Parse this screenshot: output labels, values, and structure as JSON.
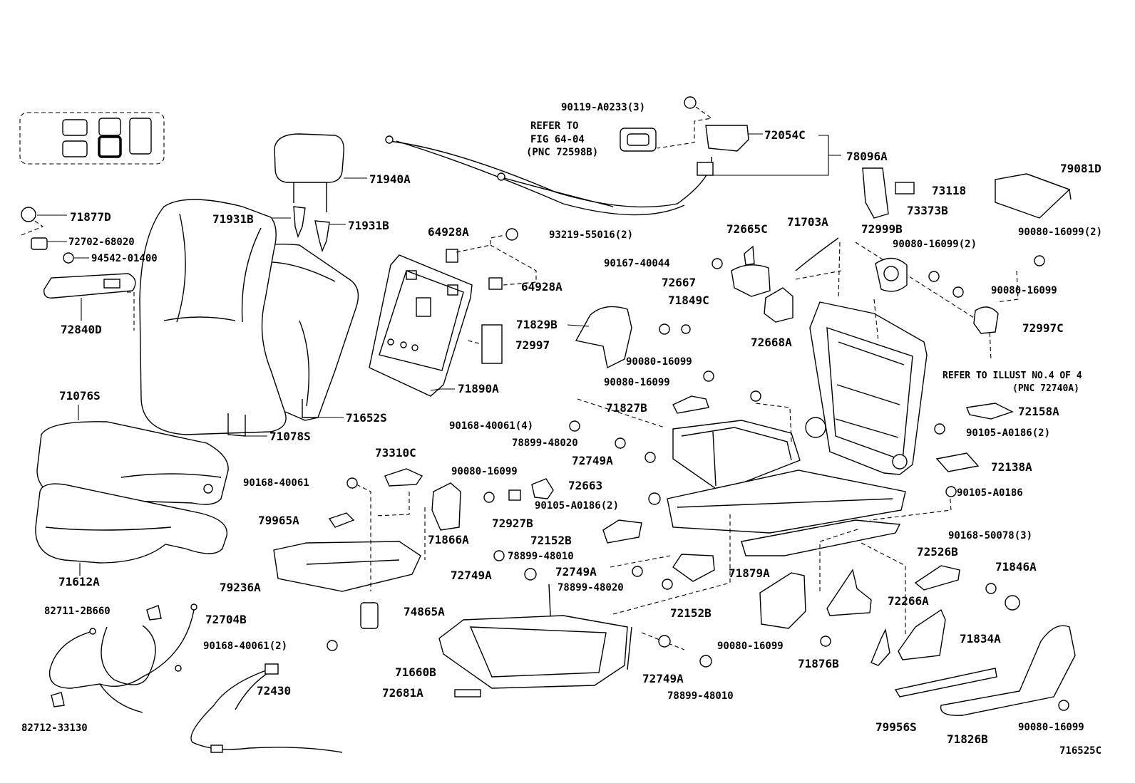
{
  "callouts": [
    {
      "id": "c01",
      "text": "90119-A0233(3)"
    },
    {
      "id": "c02",
      "text": "72054C"
    },
    {
      "id": "c03",
      "text": "78096A"
    },
    {
      "id": "c04",
      "text": "71940A"
    },
    {
      "id": "c05",
      "text": "71877D"
    },
    {
      "id": "c06",
      "text": "72702-68020"
    },
    {
      "id": "c07",
      "text": "94542-01400"
    },
    {
      "id": "c08",
      "text": "71931B"
    },
    {
      "id": "c09",
      "text": "71931B"
    },
    {
      "id": "c10",
      "text": "64928A"
    },
    {
      "id": "c11",
      "text": "93219-55016(2)"
    },
    {
      "id": "c12",
      "text": "64928A"
    },
    {
      "id": "c13",
      "text": "73118"
    },
    {
      "id": "c14",
      "text": "73373B"
    },
    {
      "id": "c15",
      "text": "79081D"
    },
    {
      "id": "c16",
      "text": "72665C"
    },
    {
      "id": "c17",
      "text": "71703A"
    },
    {
      "id": "c18",
      "text": "72999B"
    },
    {
      "id": "c19",
      "text": "90080-16099(2)"
    },
    {
      "id": "c20",
      "text": "90080-16099(2)"
    },
    {
      "id": "c21",
      "text": "90167-40044"
    },
    {
      "id": "c22",
      "text": "72667"
    },
    {
      "id": "c23",
      "text": "90080-16099"
    },
    {
      "id": "c24",
      "text": "72840D"
    },
    {
      "id": "c25",
      "text": "71849C"
    },
    {
      "id": "c26",
      "text": "71829B"
    },
    {
      "id": "c27",
      "text": "72997"
    },
    {
      "id": "c28",
      "text": "72668A"
    },
    {
      "id": "c29",
      "text": "72997C"
    },
    {
      "id": "c30",
      "text": "90080-16099"
    },
    {
      "id": "c31",
      "text": "71890A"
    },
    {
      "id": "c32",
      "text": "90080-16099"
    },
    {
      "id": "c33",
      "text": "71076S"
    },
    {
      "id": "c34",
      "text": "71827B"
    },
    {
      "id": "c35",
      "text": "72158A"
    },
    {
      "id": "c36",
      "text": "71652S"
    },
    {
      "id": "c37",
      "text": "90168-40061(4)"
    },
    {
      "id": "c38",
      "text": "90105-A0186(2)"
    },
    {
      "id": "c39",
      "text": "71078S"
    },
    {
      "id": "c40",
      "text": "78899-48020"
    },
    {
      "id": "c41",
      "text": "73310C"
    },
    {
      "id": "c42",
      "text": "72749A"
    },
    {
      "id": "c43",
      "text": "72138A"
    },
    {
      "id": "c44",
      "text": "90080-16099"
    },
    {
      "id": "c45",
      "text": "90168-40061"
    },
    {
      "id": "c46",
      "text": "72663"
    },
    {
      "id": "c47",
      "text": "90105-A0186"
    },
    {
      "id": "c48",
      "text": "90105-A0186(2)"
    },
    {
      "id": "c49",
      "text": "79965A"
    },
    {
      "id": "c50",
      "text": "72927B"
    },
    {
      "id": "c51",
      "text": "71866A"
    },
    {
      "id": "c52",
      "text": "72152B"
    },
    {
      "id": "c53",
      "text": "90168-50078(3)"
    },
    {
      "id": "c54",
      "text": "72526B"
    },
    {
      "id": "c55",
      "text": "78899-48010"
    },
    {
      "id": "c56",
      "text": "71846A"
    },
    {
      "id": "c57",
      "text": "71612A"
    },
    {
      "id": "c58",
      "text": "72749A"
    },
    {
      "id": "c59",
      "text": "72749A"
    },
    {
      "id": "c60",
      "text": "79236A"
    },
    {
      "id": "c61",
      "text": "78899-48020"
    },
    {
      "id": "c62",
      "text": "71879A"
    },
    {
      "id": "c63",
      "text": "72266A"
    },
    {
      "id": "c64",
      "text": "72152B"
    },
    {
      "id": "c65",
      "text": "82711-2B660"
    },
    {
      "id": "c66",
      "text": "72704B"
    },
    {
      "id": "c67",
      "text": "74865A"
    },
    {
      "id": "c68",
      "text": "71834A"
    },
    {
      "id": "c69",
      "text": "90168-40061(2)"
    },
    {
      "id": "c70",
      "text": "90080-16099"
    },
    {
      "id": "c71",
      "text": "71876B"
    },
    {
      "id": "c72",
      "text": "71660B"
    },
    {
      "id": "c73",
      "text": "72430"
    },
    {
      "id": "c74",
      "text": "72749A"
    },
    {
      "id": "c75",
      "text": "72681A"
    },
    {
      "id": "c76",
      "text": "78899-48010"
    },
    {
      "id": "c77",
      "text": "82712-33130"
    },
    {
      "id": "c78",
      "text": "79956S"
    },
    {
      "id": "c79",
      "text": "90080-16099"
    },
    {
      "id": "c80",
      "text": "71826B"
    }
  ],
  "notes": {
    "refer_fig_line1": "REFER TO",
    "refer_fig_line2": "FIG 64-04",
    "refer_fig_line3": "(PNC 72598B)",
    "refer_illust_line1": "REFER TO ILLUST NO.4 OF 4",
    "refer_illust_line2": "(PNC 72740A)"
  },
  "figure_code": "716525C"
}
